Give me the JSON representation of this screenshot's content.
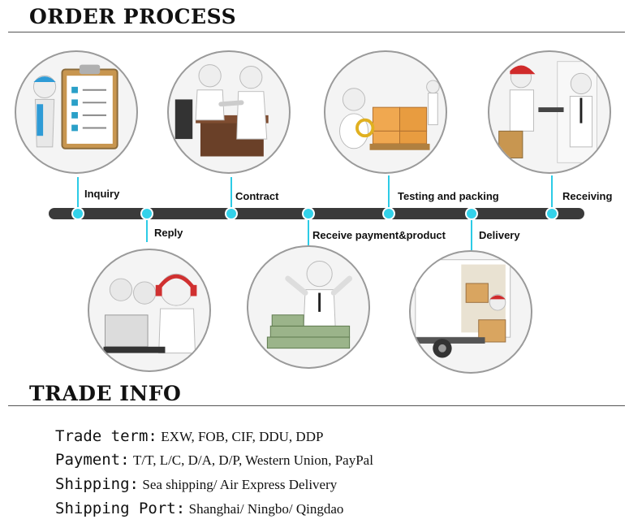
{
  "order_process": {
    "title": "ORDER PROCESS",
    "steps": [
      {
        "label": "Inquiry",
        "icon": "clipboard-checklist-icon"
      },
      {
        "label": "Reply",
        "icon": "customer-service-headset-icon"
      },
      {
        "label": "Contract",
        "icon": "handshake-icon"
      },
      {
        "label": "Receive payment&product",
        "icon": "money-stack-icon"
      },
      {
        "label": "Testing and packing",
        "icon": "inspection-packing-icon"
      },
      {
        "label": "Delivery",
        "icon": "delivery-truck-icon"
      },
      {
        "label": "Receiving",
        "icon": "package-receiving-icon"
      }
    ],
    "accent_color": "#33d2ea",
    "bar_color": "#3a3a3a"
  },
  "trade_info": {
    "title": "TRADE INFO",
    "items": [
      {
        "key": "Trade term:",
        "value": "EXW, FOB, CIF, DDU, DDP"
      },
      {
        "key": "Payment:",
        "value": "T/T, L/C, D/A, D/P, Western Union, PayPal"
      },
      {
        "key": "Shipping:",
        "value": "Sea shipping/ Air Express Delivery"
      },
      {
        "key": "Shipping Port:",
        "value": "Shanghai/ Ningbo/ Qingdao"
      }
    ]
  }
}
